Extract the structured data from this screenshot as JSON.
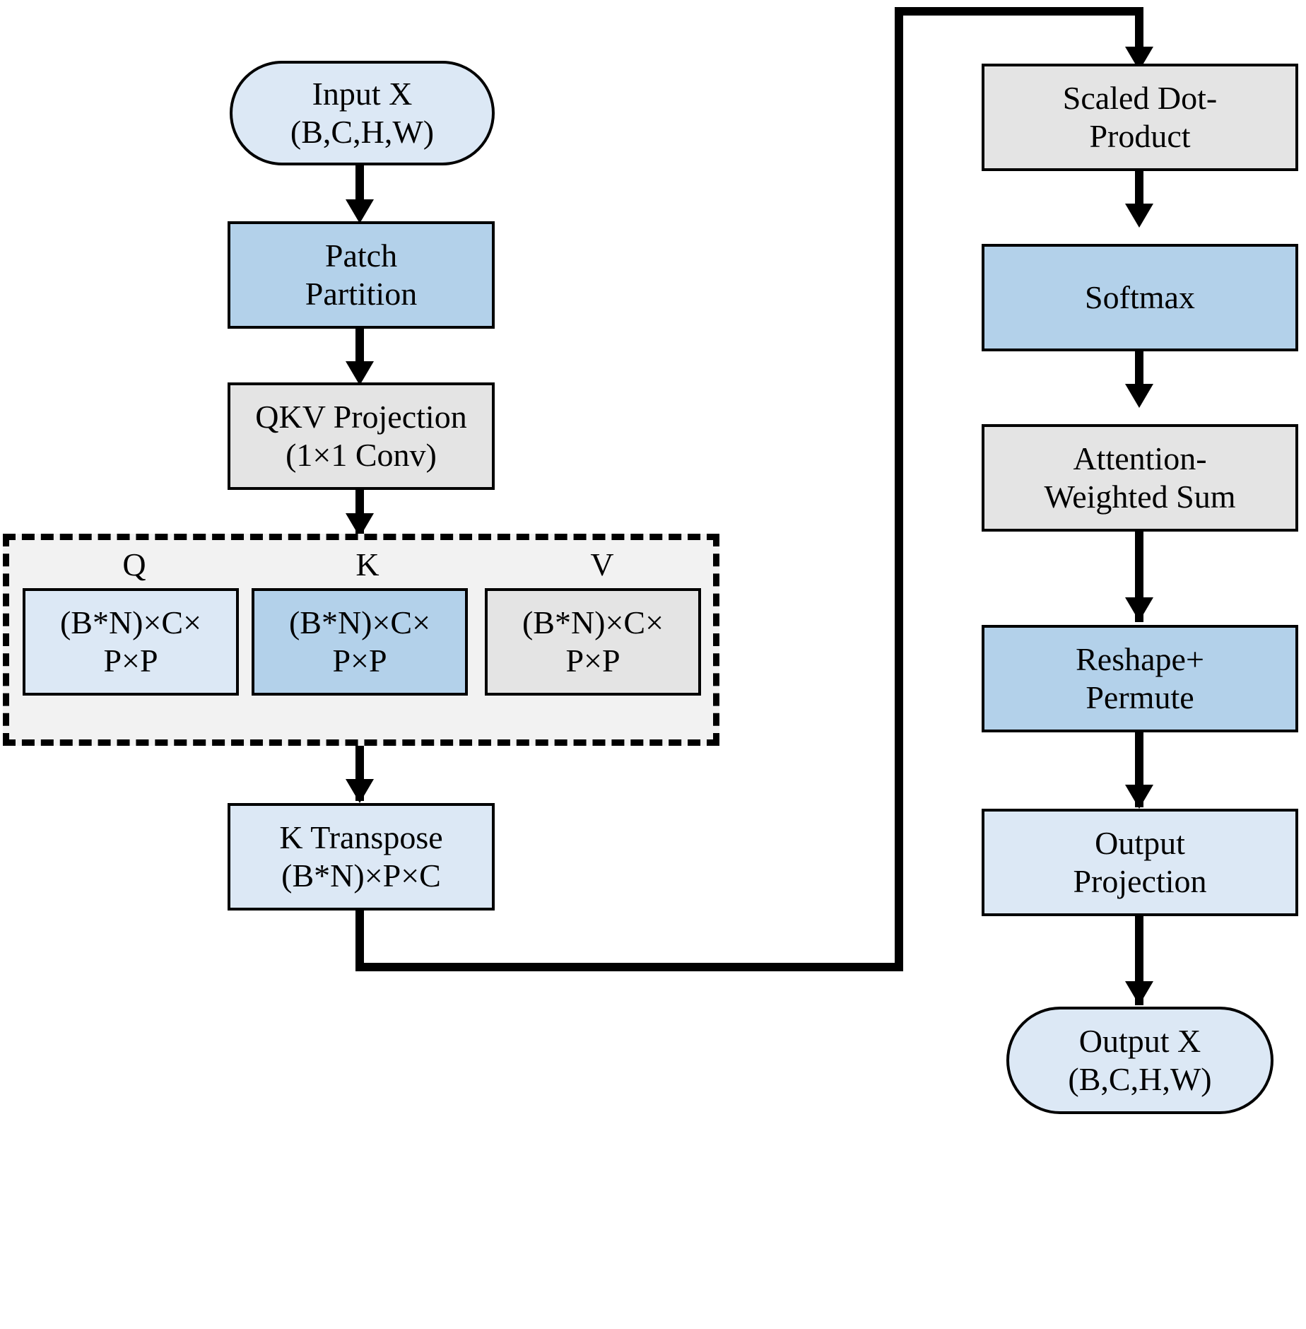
{
  "diagram": {
    "title_text_absent": "",
    "colors": {
      "light_blue": "#dce8f5",
      "blue": "#b3d1ea",
      "gray": "#e4e4e4",
      "group_background": "#f2f2f2",
      "stroke": "#000000",
      "page_background": "#ffffff"
    },
    "left_column": {
      "input": {
        "line1": "Input X",
        "line2": "(B,C,H,W)"
      },
      "patch_partition": {
        "line1": "Patch",
        "line2": "Partition"
      },
      "qkv_projection": {
        "line1": "QKV Projection",
        "line2": "(1×1 Conv)"
      },
      "k_transpose": {
        "line1": "K Transpose",
        "line2": "(B*N)×P×C"
      }
    },
    "qkv_group": {
      "branches": [
        {
          "label": "Q",
          "line1": "(B*N)×C×",
          "line2": "P×P"
        },
        {
          "label": "K",
          "line1": "(B*N)×C×",
          "line2": "P×P"
        },
        {
          "label": "V",
          "line1": "(B*N)×C×",
          "line2": "P×P"
        }
      ]
    },
    "right_column": {
      "scaled_dot_product": {
        "line1": "Scaled Dot-",
        "line2": "Product"
      },
      "softmax": {
        "line1": "Softmax",
        "line2": ""
      },
      "attention_weighted_sum": {
        "line1": "Attention-",
        "line2": "Weighted Sum"
      },
      "reshape_permute": {
        "line1": "Reshape+",
        "line2": "Permute"
      },
      "output_projection": {
        "line1": "Output",
        "line2": "Projection"
      },
      "output": {
        "line1": "Output X",
        "line2": "(B,C,H,W)"
      }
    }
  }
}
